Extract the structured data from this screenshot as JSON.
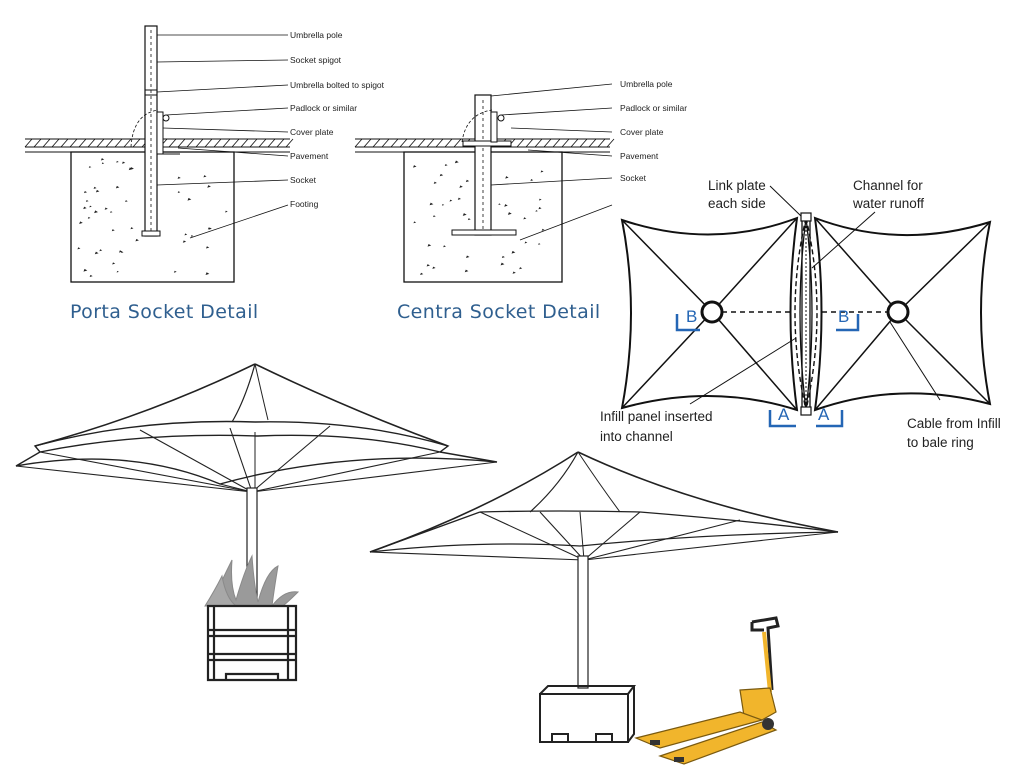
{
  "porta": {
    "caption": "Porta Socket Detail",
    "labels": [
      "Umbrella pole",
      "Socket spigot",
      "Umbrella bolted to spigot",
      "Padlock or similar",
      "Cover plate",
      "Pavement",
      "Socket",
      "Footing"
    ]
  },
  "centra": {
    "caption": "Centra Socket Detail",
    "labels": [
      "Umbrella pole",
      "Padlock or similar",
      "Cover plate",
      "Pavement",
      "Socket"
    ]
  },
  "plan": {
    "link_plate": [
      "Link plate",
      "each side"
    ],
    "channel": [
      "Channel for",
      "water runoff"
    ],
    "infill": [
      "Infill panel inserted",
      "into channel"
    ],
    "cable": [
      "Cable from Infill",
      "to bale ring"
    ],
    "section_b": "B",
    "section_a": "A"
  },
  "colors": {
    "caption": "#2f5f8f",
    "section_marker": "#2466b5",
    "planter_foliage": "#9a9a9a",
    "pallet_jack": "#f1b52c"
  },
  "icons": [
    "umbrella-with-planter-illustration",
    "umbrella-with-pallet-jack-illustration",
    "pallet-jack-icon",
    "planter-plant-icon"
  ]
}
